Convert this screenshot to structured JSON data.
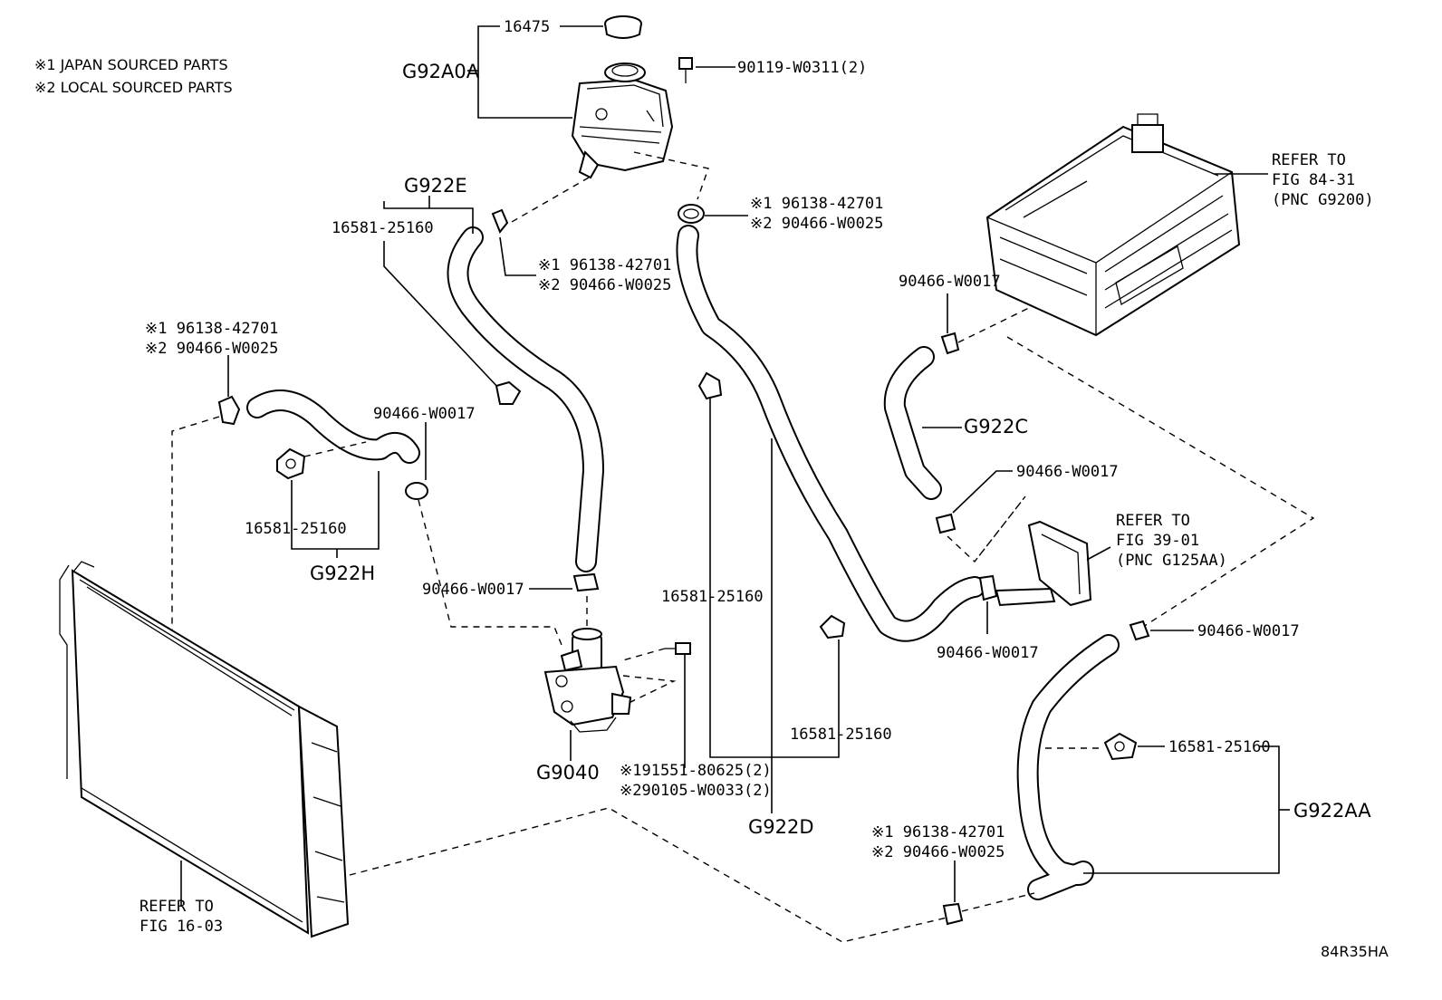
{
  "legend": {
    "line1": "※1 JAPAN SOURCED PARTS",
    "line2": "※2 LOCAL SOURCED PARTS"
  },
  "diagram_code": "84R35HA",
  "pnc": {
    "g92a0a": "G92A0A",
    "g922e": "G922E",
    "g922h": "G922H",
    "g922c": "G922C",
    "g9040": "G9040",
    "g922d": "G922D",
    "g922aa": "G922AA"
  },
  "parts": {
    "cap": "16475",
    "bolt_tank": "90119-W0311(2)",
    "clamp_a_j": "※1 96138-42701",
    "clamp_a_l": "※2 90466-W0025",
    "clamp_b_j": "※1 96138-42701",
    "clamp_b_l": "※2 90466-W0025",
    "clamp_c_j": "※1 96138-42701",
    "clamp_c_l": "※2 90466-W0025",
    "clamp_d_j": "※1 96138-42701",
    "clamp_d_l": "※2 90466-W0025",
    "clamp_1658_e": "16581-25160",
    "clamp_1658_h": "16581-25160",
    "clamp_1658_d1": "16581-25160",
    "clamp_1658_d2": "16581-25160",
    "clamp_1658_aa": "16581-25160",
    "clip_h": "90466-W0017",
    "clip_pump": "90466-W0017",
    "clip_c": "90466-W0017",
    "clip_r1": "90466-W0017",
    "clip_r2": "90466-W0017",
    "clip_aa": "90466-W0017",
    "bolt_pump_j": "※191551-80625(2)",
    "bolt_pump_l": "※290105-W0033(2)"
  },
  "refs": {
    "inverter_1": "REFER TO",
    "inverter_2": "FIG 84-31",
    "inverter_3": "(PNC G9200)",
    "reservoir_1": "REFER TO",
    "reservoir_2": "FIG 39-01",
    "reservoir_3": "(PNC G125AA)",
    "radiator_1": "REFER TO",
    "radiator_2": "FIG 16-03"
  }
}
